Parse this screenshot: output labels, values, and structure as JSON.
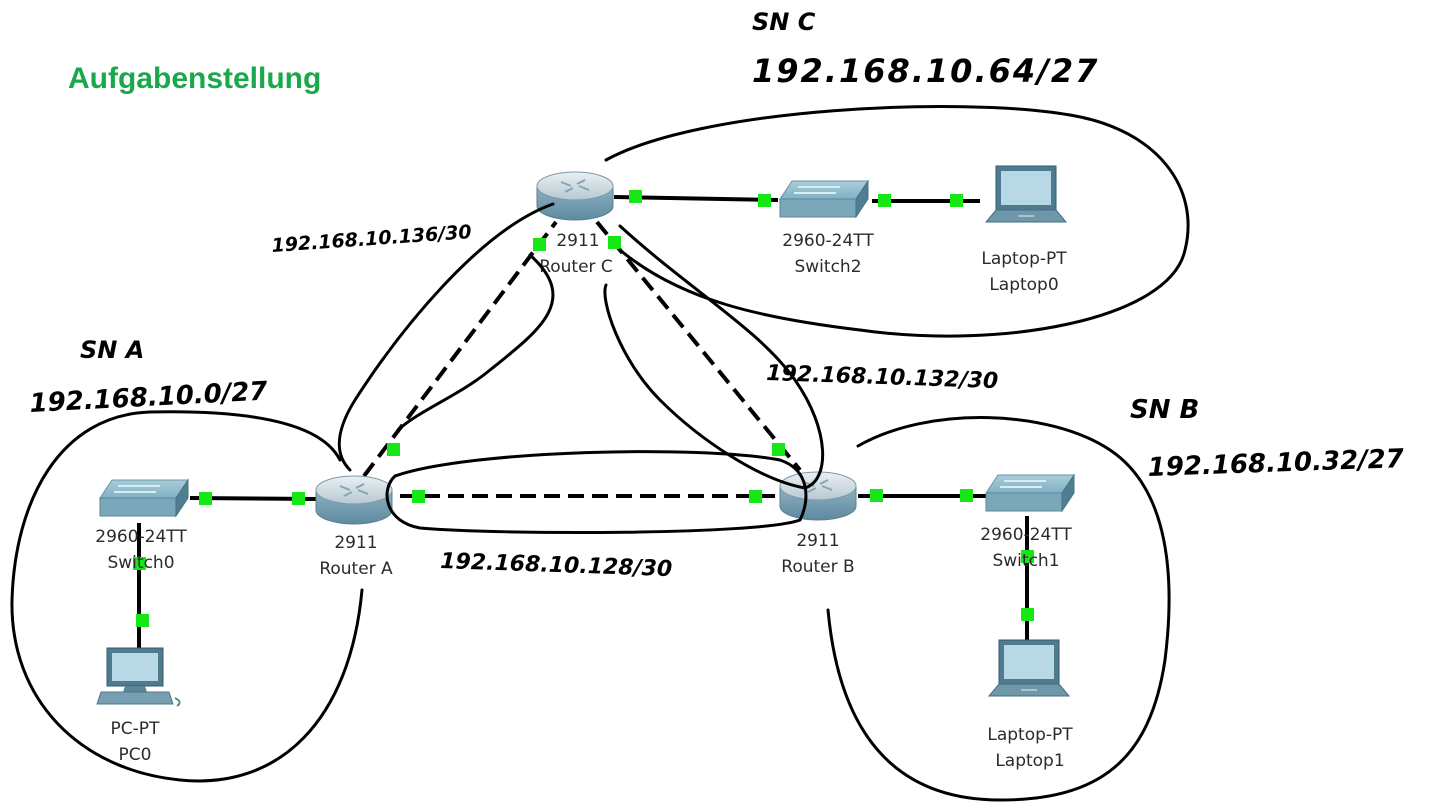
{
  "title": "Aufgabenstellung",
  "devices": {
    "router_c": {
      "model": "2911",
      "name": "Router C"
    },
    "router_a": {
      "model": "2911",
      "name": "Router A"
    },
    "router_b": {
      "model": "2911",
      "name": "Router B"
    },
    "switch2": {
      "model": "2960-24TT",
      "name": "Switch2"
    },
    "switch0": {
      "model": "2960-24TT",
      "name": "Switch0"
    },
    "switch1": {
      "model": "2960-24TT",
      "name": "Switch1"
    },
    "laptop0": {
      "model": "Laptop-PT",
      "name": "Laptop0"
    },
    "laptop1": {
      "model": "Laptop-PT",
      "name": "Laptop1"
    },
    "pc0": {
      "model": "PC-PT",
      "name": "PC0"
    }
  },
  "subnets": {
    "sn_c": {
      "name": "SN C",
      "address": "192.168.10.64/27"
    },
    "sn_a": {
      "name": "SN A",
      "address": "192.168.10.0/27"
    },
    "sn_b": {
      "name": "SN B",
      "address": "192.168.10.32/27"
    },
    "link_ac": "192.168.10.136/30",
    "link_bc": "192.168.10.132/30",
    "link_ab": "192.168.10.128/30"
  },
  "colors": {
    "title": "#1aa84a",
    "port": "#17e617",
    "device_body": "#6fa3b8"
  }
}
